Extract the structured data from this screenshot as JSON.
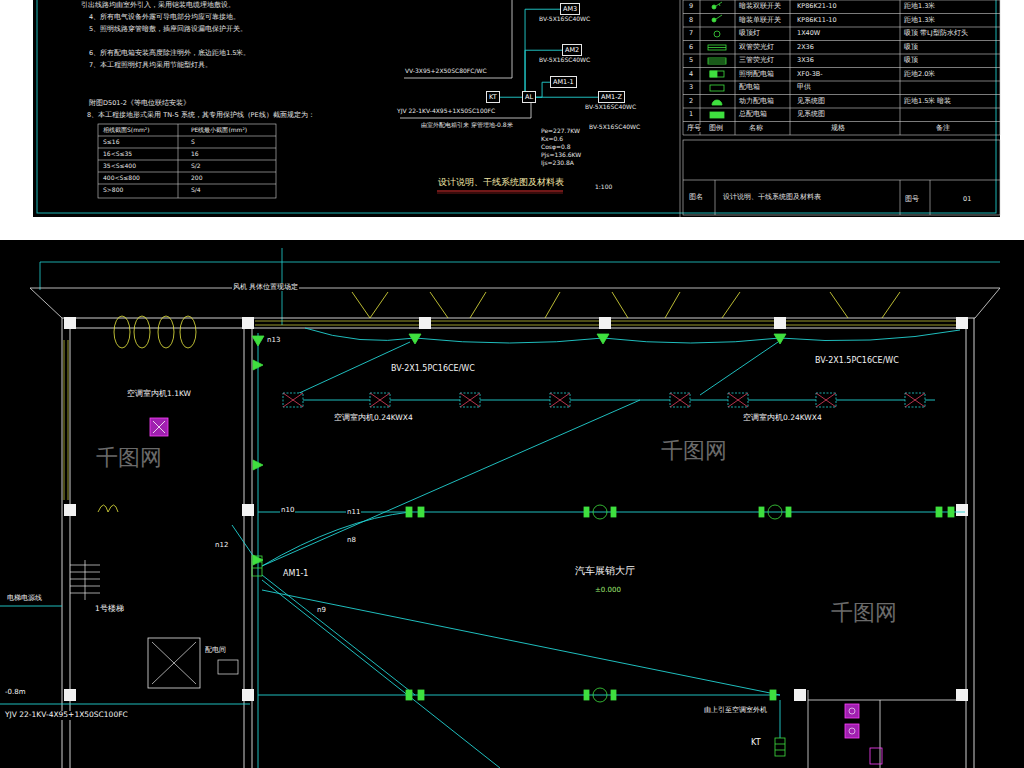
{
  "diagram": {
    "title": "设计说明、干线系统图及材料表",
    "nodes": [
      {
        "text": [
          "AL"
        ]
      },
      {
        "text": [
          "AM3"
        ]
      },
      {
        "text": [
          "AM2"
        ]
      },
      {
        "text": [
          "AM1-1"
        ]
      },
      {
        "text": [
          "AM1-Z"
        ]
      },
      {
        "text": [
          "KT"
        ]
      }
    ],
    "edges": [
      {
        "from": 0,
        "to": 1,
        "arrow": "none",
        "label": "BV-5X16SC40WC"
      },
      {
        "from": 0,
        "to": 2,
        "arrow": "none",
        "label": "BV-5X16SC40WC"
      },
      {
        "from": 0,
        "to": 3,
        "arrow": "none"
      },
      {
        "from": 0,
        "to": 4,
        "arrow": "none",
        "label": "BV-5X16SC40WC"
      },
      {
        "from": 0,
        "to": 5,
        "arrow": "none"
      }
    ],
    "labels": [
      "引出线路均由室外引入，采用铠装电缆埋地敷设。",
      "4、所有电气设备外露可导电部分均应可靠接地。",
      "5、照明线路穿管暗敷，插座回路设漏电保护开关。",
      "6、所有配电箱安装高度除注明外，底边距地1.5米。",
      "7、本工程照明灯具均采用节能型灯具。",
      "附图D501-2《等电位联结安装》",
      "8、本工程接地形式采用 TN-S 系统，其专用保护线（PE线）截面规定为：",
      "相线截面S(mm²)",
      "PE线最小截面(mm²)",
      "S≤16",
      "S",
      "16<S≤35",
      "16",
      "35<S≤400",
      "S/2",
      "400<S≤800",
      "200",
      "S>800",
      "S/4",
      "VV-3X95+2X50SC80FC/WC",
      "YJV 22-1KV-4X95+1X50SC100FC",
      "由室外配电箱引来 穿管埋地-0.8米",
      "Pe=227.7KW",
      "Kx=0.6",
      "Cosφ=0.8",
      "Pjs=136.6KW",
      "Ijs=230.8A",
      "设计说明、干线系统图及材料表",
      "1:100",
      "9",
      "暗装双联开关",
      "KP86K21-10",
      "距地1.3米",
      "8",
      "暗装单联开关",
      "KP86K11-10",
      "距地1.3米",
      "7",
      "吸顶灯",
      "1X40W",
      "吸顶 带LJ型防水灯头",
      "6",
      "双管荧光灯",
      "2X36",
      "吸顶",
      "5",
      "三管荧光灯",
      "3X36",
      "吸顶",
      "4",
      "照明配电箱",
      "XF0-3B-",
      "距地2.0米",
      "3",
      "配电箱",
      "甲供",
      "2",
      "动力配电箱",
      "见系统图",
      "距地1.5米 暗装",
      "1",
      "总配电箱",
      "见系统图",
      "序号",
      "图例",
      "名称",
      "规格",
      "备注",
      "图名",
      "设计说明、干线系统图及材料表",
      "图号",
      "01",
      "风机 具体位置现场定",
      "n13",
      "BV-2X1.5PC16CE/WC",
      "BV-2X1.5PC16CE/WC",
      "空调室内机1.1KW",
      "空调室内机0.24KWX4",
      "空调室内机0.24KWX4",
      "n10",
      "n11",
      "n12",
      "n8",
      "AM1-1",
      "n9",
      "汽车展销大厅",
      "±0.000",
      "1号楼梯",
      "电梯电源线",
      "配电间",
      "-0.8m",
      "YJV 22-1KV-4X95+1X50SC100FC",
      "由上引至空调室外机",
      "KT",
      "千图网",
      "千图网",
      "千图网",
      "BV-5X16SC40WC"
    ]
  }
}
